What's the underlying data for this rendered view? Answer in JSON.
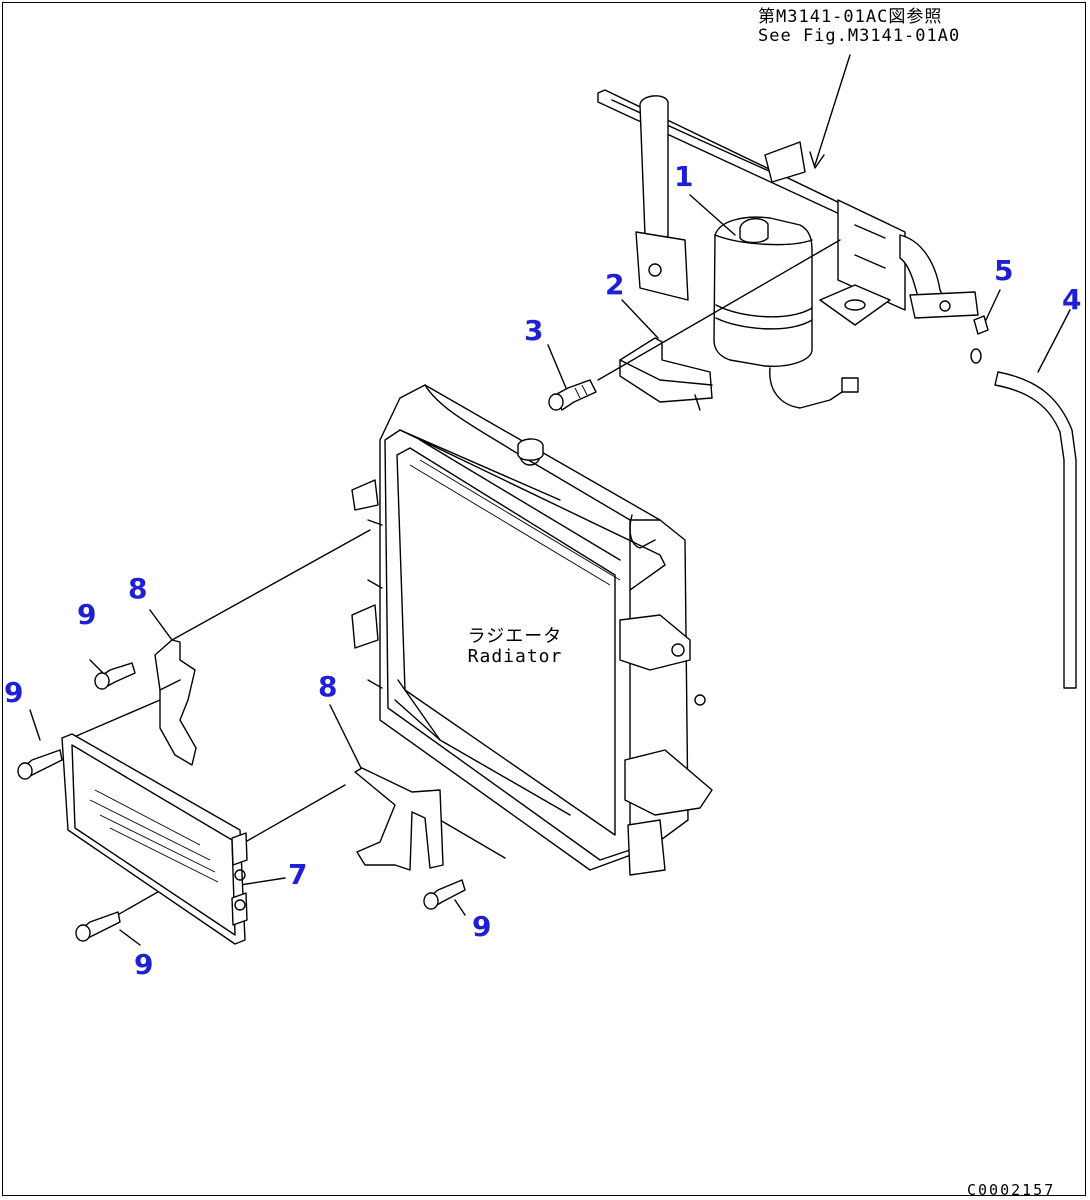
{
  "reference_note": {
    "jp": "第M3141-01AC図参照",
    "en": "See Fig.M3141-01A0"
  },
  "radiator_label": {
    "jp": "ラジエータ",
    "en": "Radiator"
  },
  "drawing_code": "C0002157",
  "callouts": [
    {
      "id": "callout-1",
      "text": "1"
    },
    {
      "id": "callout-2",
      "text": "2"
    },
    {
      "id": "callout-3",
      "text": "3"
    },
    {
      "id": "callout-4",
      "text": "4"
    },
    {
      "id": "callout-5",
      "text": "5"
    },
    {
      "id": "callout-7",
      "text": "7"
    },
    {
      "id": "callout-8a",
      "text": "8"
    },
    {
      "id": "callout-8b",
      "text": "8"
    },
    {
      "id": "callout-9a",
      "text": "9"
    },
    {
      "id": "callout-9b",
      "text": "9"
    },
    {
      "id": "callout-9c",
      "text": "9"
    },
    {
      "id": "callout-9d",
      "text": "9"
    }
  ],
  "colors": {
    "callout": "#1f1fd6",
    "line": "#000000",
    "background": "#ffffff"
  }
}
